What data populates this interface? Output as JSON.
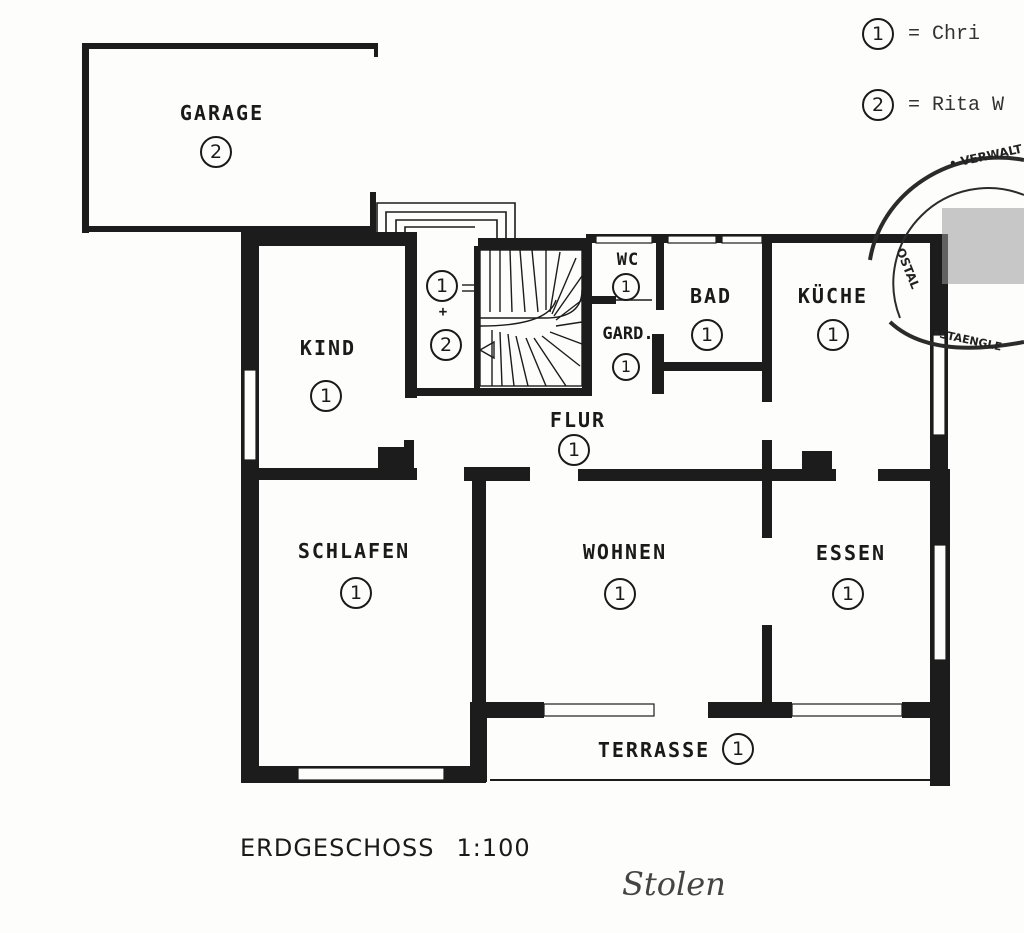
{
  "legend": [
    {
      "num": "1",
      "text": "= Chri"
    },
    {
      "num": "2",
      "text": "= Rita W"
    }
  ],
  "stamp": {
    "text": "VERWALTUNG • OSTALBKREIS"
  },
  "rooms": [
    {
      "id": "garage",
      "label": "GARAGE",
      "owner": "2"
    },
    {
      "id": "kind",
      "label": "KIND",
      "owner": "1"
    },
    {
      "id": "stair",
      "label": "",
      "owner_top": "1",
      "plus": "+",
      "owner_bottom": "2"
    },
    {
      "id": "wc",
      "label": "WC",
      "owner": "1"
    },
    {
      "id": "gard",
      "label": "GARD.",
      "owner": "1"
    },
    {
      "id": "bad",
      "label": "BAD",
      "owner": "1"
    },
    {
      "id": "kueche",
      "label": "KÜCHE",
      "owner": "1"
    },
    {
      "id": "flur",
      "label": "FLUR",
      "owner": "1"
    },
    {
      "id": "schlafen",
      "label": "SCHLAFEN",
      "owner": "1"
    },
    {
      "id": "wohnen",
      "label": "WOHNEN",
      "owner": "1"
    },
    {
      "id": "essen",
      "label": "ESSEN",
      "owner": "1"
    },
    {
      "id": "terrasse",
      "label": "TERRASSE",
      "owner": "1"
    }
  ],
  "title": {
    "floor": "ERDGESCHOSS",
    "scale": "1:100"
  },
  "signature": "Stolen"
}
